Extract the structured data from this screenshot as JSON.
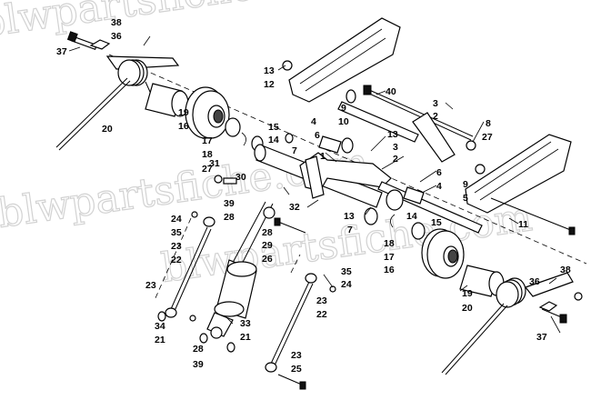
{
  "watermark": "blwpartsfiche.com",
  "callouts": [
    {
      "id": "c38a",
      "text": "38"
    },
    {
      "id": "c36a",
      "text": "36"
    },
    {
      "id": "c37a",
      "text": "37"
    },
    {
      "id": "c20a",
      "text": "20"
    },
    {
      "id": "c19a",
      "text": "19"
    },
    {
      "id": "c16a",
      "text": "16"
    },
    {
      "id": "c13a",
      "text": "13"
    },
    {
      "id": "c12a",
      "text": "12"
    },
    {
      "id": "c40",
      "text": "40"
    },
    {
      "id": "c9a",
      "text": "9"
    },
    {
      "id": "c10",
      "text": "10"
    },
    {
      "id": "c3a",
      "text": "3"
    },
    {
      "id": "c2a",
      "text": "2"
    },
    {
      "id": "c8",
      "text": "8"
    },
    {
      "id": "c27a",
      "text": "27"
    },
    {
      "id": "c4a",
      "text": "4"
    },
    {
      "id": "c6a",
      "text": "6"
    },
    {
      "id": "c15a",
      "text": "15"
    },
    {
      "id": "c14a",
      "text": "14"
    },
    {
      "id": "c13b",
      "text": "13"
    },
    {
      "id": "c17a",
      "text": "17"
    },
    {
      "id": "c18a",
      "text": "18"
    },
    {
      "id": "c7a",
      "text": "7"
    },
    {
      "id": "c1",
      "text": "1"
    },
    {
      "id": "c3b",
      "text": "3"
    },
    {
      "id": "c2b",
      "text": "2"
    },
    {
      "id": "c31",
      "text": "31"
    },
    {
      "id": "c27b",
      "text": "27"
    },
    {
      "id": "c30",
      "text": "30"
    },
    {
      "id": "c6b",
      "text": "6"
    },
    {
      "id": "c4b",
      "text": "4"
    },
    {
      "id": "c9b",
      "text": "9"
    },
    {
      "id": "c5",
      "text": "5"
    },
    {
      "id": "c39a",
      "text": "39"
    },
    {
      "id": "c28a",
      "text": "28"
    },
    {
      "id": "c32",
      "text": "32"
    },
    {
      "id": "c24a",
      "text": "24"
    },
    {
      "id": "c35a",
      "text": "35"
    },
    {
      "id": "c23a",
      "text": "23"
    },
    {
      "id": "c22a",
      "text": "22"
    },
    {
      "id": "c13c",
      "text": "13"
    },
    {
      "id": "c7b",
      "text": "7"
    },
    {
      "id": "c14b",
      "text": "14"
    },
    {
      "id": "c15b",
      "text": "15"
    },
    {
      "id": "c11",
      "text": "11"
    },
    {
      "id": "c28b",
      "text": "28"
    },
    {
      "id": "c29",
      "text": "29"
    },
    {
      "id": "c26",
      "text": "26"
    },
    {
      "id": "c18b",
      "text": "18"
    },
    {
      "id": "c17b",
      "text": "17"
    },
    {
      "id": "c16b",
      "text": "16"
    },
    {
      "id": "c35b",
      "text": "35"
    },
    {
      "id": "c24b",
      "text": "24"
    },
    {
      "id": "c23b",
      "text": "23"
    },
    {
      "id": "c22b",
      "text": "22"
    },
    {
      "id": "c23c",
      "text": "23"
    },
    {
      "id": "c34",
      "text": "34"
    },
    {
      "id": "c21a",
      "text": "21"
    },
    {
      "id": "c33",
      "text": "33"
    },
    {
      "id": "c21b",
      "text": "21"
    },
    {
      "id": "c28c",
      "text": "28"
    },
    {
      "id": "c39b",
      "text": "39"
    },
    {
      "id": "c23d",
      "text": "23"
    },
    {
      "id": "c25",
      "text": "25"
    },
    {
      "id": "c19b",
      "text": "19"
    },
    {
      "id": "c20b",
      "text": "20"
    },
    {
      "id": "c36b",
      "text": "36"
    },
    {
      "id": "c38b",
      "text": "38"
    },
    {
      "id": "c37b",
      "text": "37"
    }
  ]
}
